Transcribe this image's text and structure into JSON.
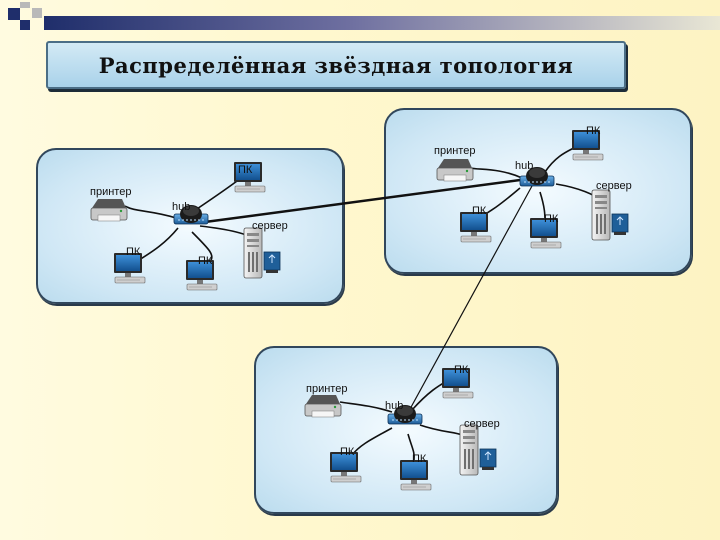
{
  "title": "Распределённая звёздная топология",
  "labels": {
    "pc": "ПК",
    "printer": "принтер",
    "hub": "hub",
    "server": "сервер"
  },
  "networks": [
    {
      "name": "left",
      "hub": "hub",
      "devices": [
        "ПК",
        "ПК",
        "ПК",
        "принтер",
        "сервер"
      ]
    },
    {
      "name": "right",
      "hub": "hub",
      "devices": [
        "ПК",
        "ПК",
        "ПК",
        "принтер",
        "сервер"
      ]
    },
    {
      "name": "bottom",
      "hub": "hub",
      "devices": [
        "ПК",
        "ПК",
        "ПК",
        "принтер",
        "сервер"
      ]
    }
  ],
  "colors": {
    "accent": "#1f5f99",
    "panel_border": "#31475c",
    "title_bg": "#a9d2ea",
    "deco": "#1f2e6b"
  }
}
